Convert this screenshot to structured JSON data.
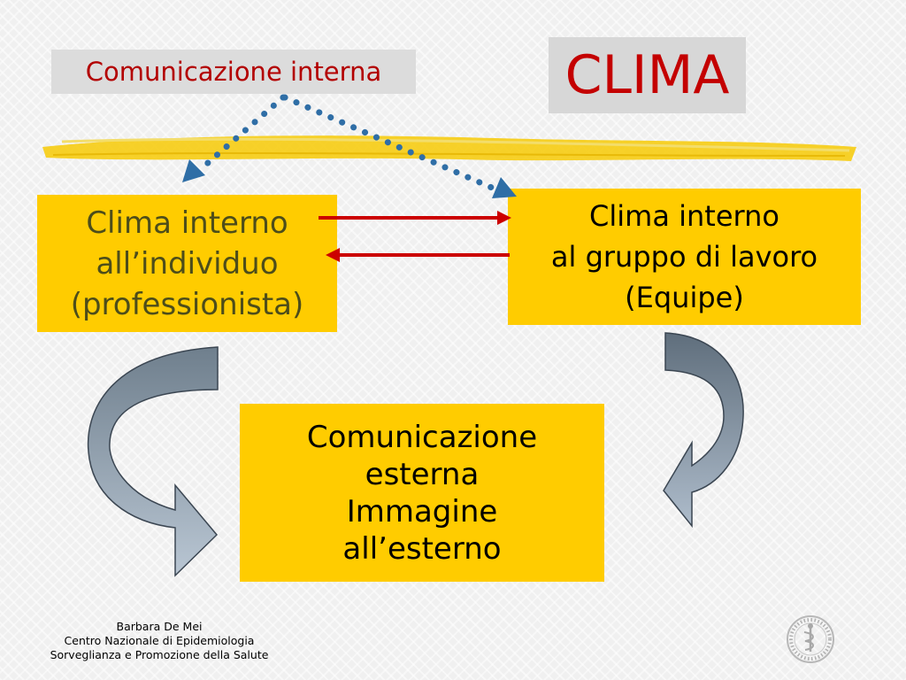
{
  "header": {
    "comunicazione_interna": "Comunicazione interna",
    "clima": "CLIMA"
  },
  "boxes": {
    "individuo": [
      "Clima interno",
      "all’individuo",
      "(professionista)"
    ],
    "gruppo": [
      "Clima interno",
      "al gruppo di lavoro",
      "(Equipe)"
    ],
    "esterna": [
      "Comunicazione",
      "esterna",
      "Immagine",
      "all’esterno"
    ]
  },
  "footer": {
    "author": "Barbara De Mei",
    "center": "Centro Nazionale di Epidemiologia",
    "department": "Sorveglianza e Promozione della Salute"
  },
  "icons": {
    "logo": "institute-seal-icon",
    "highlight": "yellow-highlighter-stroke",
    "curved_arrows": "curved-arrow-icon"
  },
  "colors": {
    "box_fill": "#ffcc00",
    "red_text": "#c40000",
    "red_arrow": "#cc0000",
    "dotted_arrow": "#2f6ea6",
    "curved_arrow": "#9aa7b5"
  }
}
